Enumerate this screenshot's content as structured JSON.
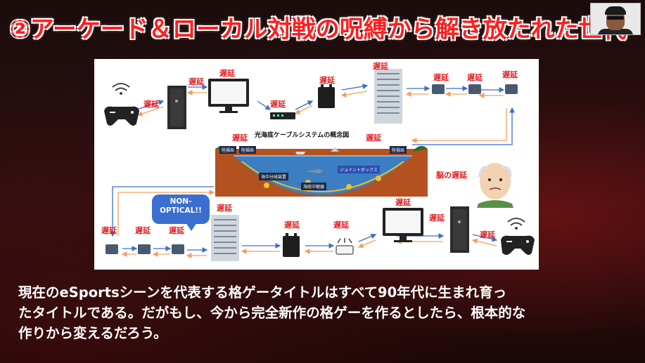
{
  "title": "②アーケード＆ローカル対戦の呪縛から解き放たれた世代",
  "diagram": {
    "delay_label": "遅延",
    "ocean_title": "光海底ケーブルシステムの概念図",
    "bubble_line1": "NON-",
    "bubble_line2": "OPTICAL!!",
    "brain_delay": "脳の遅延",
    "ocean_tags": {
      "station_left": "陸揚局",
      "station_left2": "陸揚局",
      "station_right": "陸揚局",
      "branch": "海中分岐装置",
      "joint": "ジョイントボックス",
      "repeater": "海底中継器"
    }
  },
  "caption": {
    "line1": "現在のeSportsシーンを代表する格ゲータイトルはすべて90年代に生まれ育っ",
    "line2": "たタイトルである。だがもし、今から完全新作の格ゲーを作るとしたら、根本的な",
    "line3": "作りから変えるだろう。"
  },
  "colors": {
    "title_red": "#ff1e1e",
    "delay_red": "#e0181a",
    "arrow_blue": "#3a6fd0",
    "arrow_orange": "#f0a060",
    "ocean_brown": "#b04a1a",
    "ocean_blue": "#3b7ec2"
  },
  "icons": [
    "wifi-icon",
    "gamepad-icon",
    "pc-tower-icon",
    "monitor-icon",
    "network-switch-icon",
    "router-icon",
    "building-icon",
    "server-icon",
    "old-man-icon",
    "webcam-presenter"
  ]
}
